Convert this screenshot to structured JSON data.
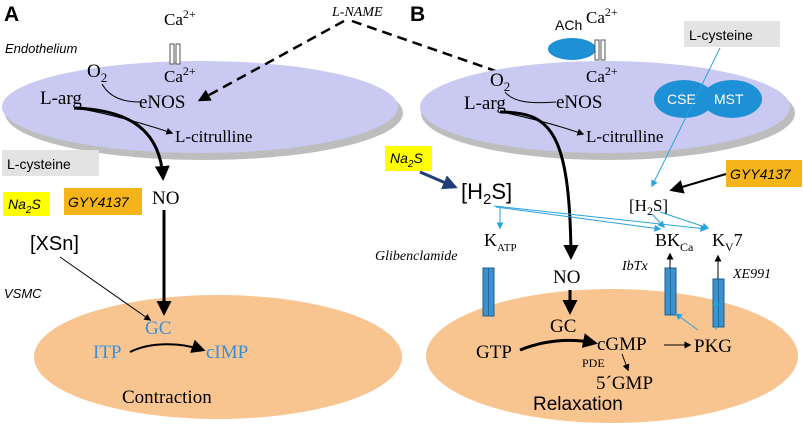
{
  "colors": {
    "cell_fill": "#c9c9f2",
    "cell_shadow": "#bdbdbd",
    "vsmc_fill": "#f8c591",
    "blue_text": "#3b8fd6",
    "channel_fill": "#3a93cf",
    "yellow_box": "#ffff00",
    "orange_box": "#f4b41a",
    "grey_box": "#e3e3e3",
    "cse_mst_fill": "#1e90d6",
    "arrow_blue": "#29a3dd",
    "arrow_navy": "#1f3e79"
  },
  "panel_a": {
    "label": "A",
    "endothelium_label": "Endothelium",
    "vsmc_label": "VSMC",
    "ca_top": "Ca",
    "ca_top_sup": "2+",
    "ca_bottom": "Ca",
    "ca_bottom_sup": "2+",
    "o2": "O",
    "o2_sub": "2",
    "l_arg": "L-arg",
    "enos": "eNOS",
    "l_citrulline": "L-citrulline",
    "l_cysteine": "L-cysteine",
    "na2s": "Na",
    "na2s_sub": "2",
    "na2s_end": "S",
    "gyy4137": "GYY4137",
    "xsn": "[XSn]",
    "no": "NO",
    "gc": "GC",
    "itp": "ITP",
    "cimp": "cIMP",
    "contraction": "Contraction"
  },
  "l_name": "L-NAME",
  "panel_b": {
    "label": "B",
    "ach": "ACh",
    "ca_top": "Ca",
    "ca_top_sup": "2+",
    "ca_bottom": "Ca",
    "ca_bottom_sup": "2+",
    "o2": "O",
    "o2_sub": "2",
    "l_arg": "L-arg",
    "enos": "eNOS",
    "l_citrulline": "L-citrulline",
    "cse": "CSE",
    "mst": "MST",
    "l_cysteine": "L-cysteine",
    "na2s": "Na",
    "na2s_sub": "2",
    "na2s_end": "S",
    "h2s_big": "[H",
    "h2s_big_sub": "2",
    "h2s_big_end": "S]",
    "gyy4137": "GYY4137",
    "h2s_small": "[H",
    "h2s_small_sub": "2",
    "h2s_small_end": "S]",
    "katp": "K",
    "katp_sub": "ATP",
    "bkca": "BK",
    "bkca_sub": "Ca",
    "kv7": "K",
    "kv7_sub": "V",
    "kv7_end": "7",
    "glibenclamide": "Glibenclamide",
    "ibtx": "IbTx",
    "xe991": "XE991",
    "no": "NO",
    "gc": "GC",
    "gtp": "GTP",
    "cgmp": "cGMP",
    "pkg": "PKG",
    "pde": "PDE",
    "gmp": "5´GMP",
    "relaxation": "Relaxation"
  }
}
